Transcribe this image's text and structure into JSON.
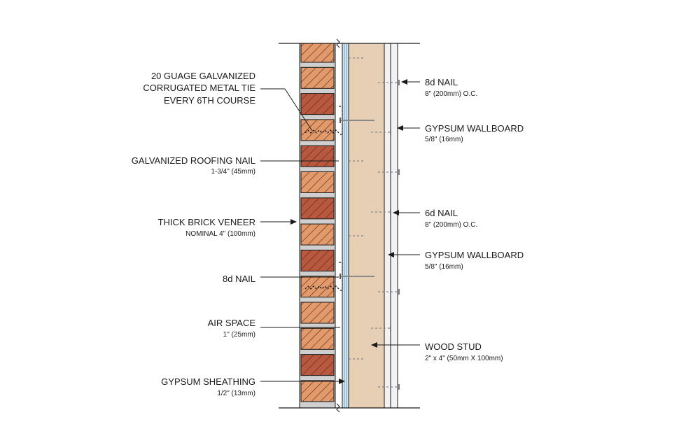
{
  "colors": {
    "brick": "#b8583e",
    "brick_light": "#e39a6a",
    "mortar": "#cfcfcf",
    "stud": "#e6cfb4",
    "sheathing_blue": "#cfe6f2",
    "wallboard": "#f2f2f2",
    "outline": "#1a1a1a"
  },
  "labels_left": [
    {
      "key": "metal_tie",
      "lines": [
        "20 GUAGE GALVANIZED",
        "CORRUGATED METAL TIE",
        "EVERY 6TH COURSE"
      ],
      "sub": ""
    },
    {
      "key": "roofing_nail",
      "lines": [
        "GALVANIZED ROOFING NAIL"
      ],
      "sub": "1-3/4\" (45mm)"
    },
    {
      "key": "brick_veneer",
      "lines": [
        "THICK BRICK VENEER"
      ],
      "sub": "NOMINAL 4\" (100mm)"
    },
    {
      "key": "nail_8d_left",
      "lines": [
        "8d NAIL"
      ],
      "sub": ""
    },
    {
      "key": "air_space",
      "lines": [
        "AIR SPACE"
      ],
      "sub": "1\" (25mm)"
    },
    {
      "key": "gypsum_sheathing",
      "lines": [
        "GYPSUM SHEATHING"
      ],
      "sub": "1/2\" (13mm)"
    }
  ],
  "labels_right": [
    {
      "key": "nail_8d_right",
      "title": "8d NAIL",
      "sub": "8\" (200mm) O.C."
    },
    {
      "key": "gypsum_wallboard_outer",
      "title": "GYPSUM WALLBOARD",
      "sub": "5/8\" (16mm)"
    },
    {
      "key": "nail_6d",
      "title": "6d NAIL",
      "sub": "8\" (200mm) O.C."
    },
    {
      "key": "gypsum_wallboard_inner",
      "title": "GYPSUM WALLBOARD",
      "sub": "5/8\" (16mm)"
    },
    {
      "key": "wood_stud",
      "title": "WOOD STUD",
      "sub": "2\" x 4\" (50mm X 100mm)"
    }
  ]
}
